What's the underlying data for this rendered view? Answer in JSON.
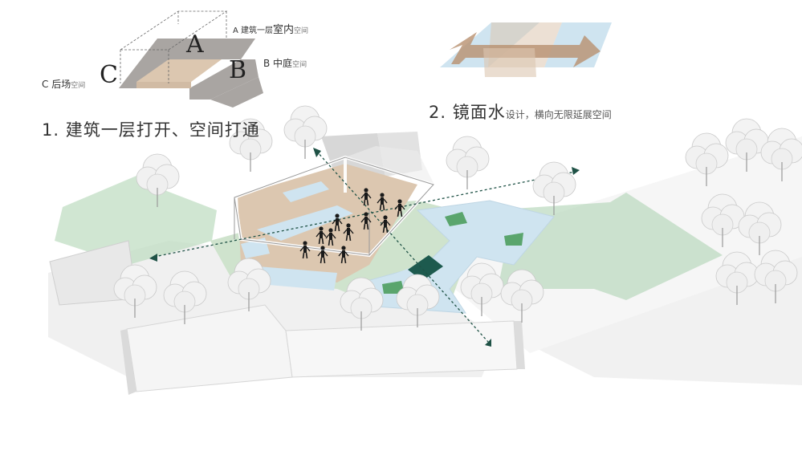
{
  "diagram_a": {
    "letter_a": "A",
    "letter_b": "B",
    "letter_c": "C",
    "label_a_prefix": "A 建筑一层",
    "label_a_main": "室内",
    "label_a_suffix": "空间",
    "label_b_prefix": "B 中庭",
    "label_b_suffix": "空间",
    "label_c_prefix": "C 后场",
    "label_c_suffix": "空间"
  },
  "caption_1": "1. 建筑一层打开、空间打通",
  "caption_2_main": "2. 镜面水",
  "caption_2_sub": "设计，横向无限延展空间",
  "colors": {
    "floor_beige": "#dcc6b0",
    "building_grey": "#a6a29f",
    "water_blue": "#cfe4f0",
    "lawn_green": "#cfe3cd",
    "arrow_green": "#b9d9bd",
    "dark_teal": "#1d5a4e",
    "arrow_brown": "#b8906f"
  }
}
